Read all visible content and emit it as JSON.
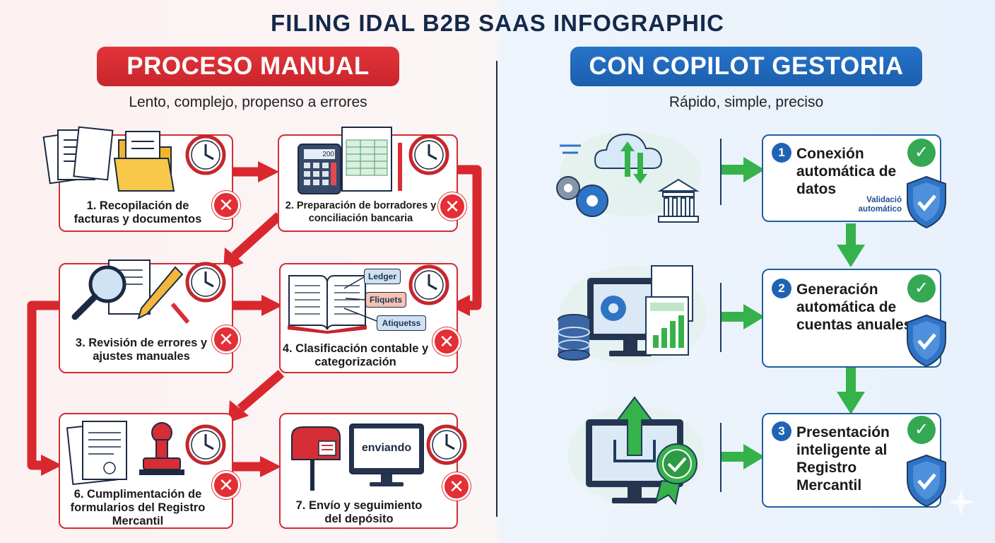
{
  "title": "FILING IDAL B2B SAAS INFOGRAPHIC",
  "manual": {
    "heading": "PROCESO MANUAL",
    "subtitle": "Lento, complejo, propenso a errores",
    "steps": [
      {
        "label": "1. Recopilación de facturas y documentos"
      },
      {
        "label": "2. Preparación de borradores y conciliación bancaria"
      },
      {
        "label": "3. Revisión de errores y ajustes manuales"
      },
      {
        "label": "4. Clasificación contable y categorización"
      },
      {
        "label": "6. Cumplimentación de formularios del Registro Mercantil"
      },
      {
        "label": "7. Envío y seguimiento del depósito"
      }
    ],
    "calculator_display": "200",
    "ledger_tags": [
      "Ledger",
      "Fliquets",
      "Atiquetss"
    ],
    "screen_text": "enviando",
    "x_mark": "✕"
  },
  "copilot": {
    "heading": "CON COPILOT GESTORIA",
    "subtitle": "Rápido, simple, preciso",
    "steps": [
      {
        "number": "1",
        "label": "Conexión automática de datos",
        "note": "Validació automático"
      },
      {
        "number": "2",
        "label": "Generación automática de cuentas anuales"
      },
      {
        "number": "3",
        "label": "Presentación inteligente al Registro Mercantil"
      }
    ],
    "check_mark": "✓"
  },
  "colors": {
    "red": "#d62c33",
    "blue": "#1f5fa6",
    "green": "#34a853",
    "navy": "#14294a"
  }
}
